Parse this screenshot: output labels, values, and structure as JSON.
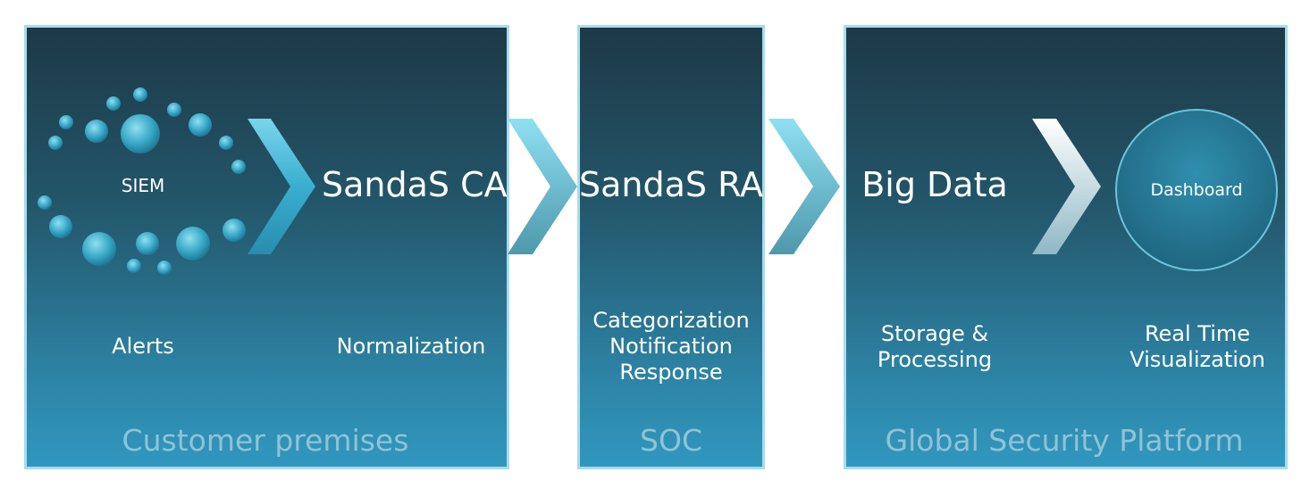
{
  "panels": [
    {
      "footer": "Customer premises",
      "source_label": "SIEM",
      "source_caption": "Alerts",
      "stage_title": "SandaS CA",
      "stage_caption": "Normalization"
    },
    {
      "footer": "SOC",
      "stage_title": "SandaS RA",
      "stage_caption": [
        "Categorization",
        "Notification",
        "Response"
      ]
    },
    {
      "footer": "Global Security Platform",
      "stage_title": "Big Data",
      "stage_caption": [
        "Storage &",
        "Processing"
      ],
      "output_label": "Dashboard",
      "output_caption": [
        "Real Time",
        "Visualization"
      ]
    }
  ],
  "colors": {
    "border": "#a6dcf0",
    "accent": "#3ab0d0"
  }
}
